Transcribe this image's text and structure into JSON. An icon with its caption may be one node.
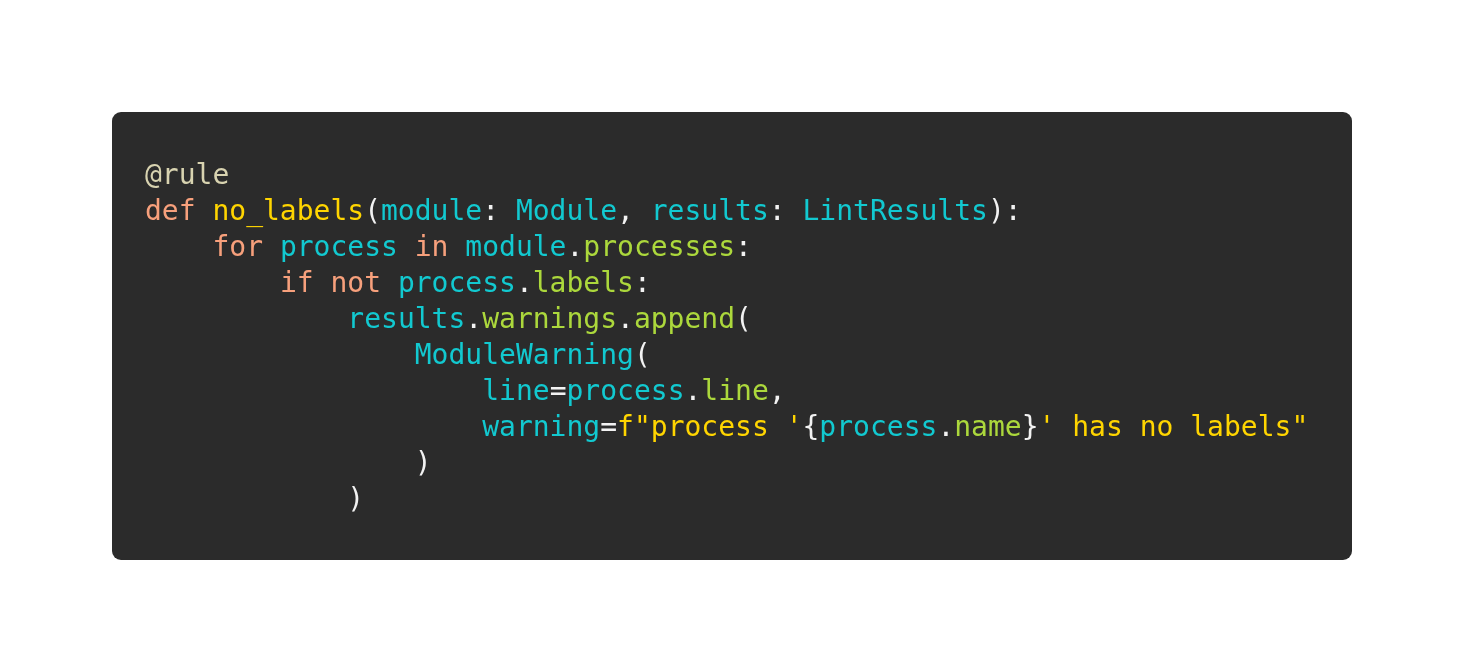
{
  "diagram": {
    "labels": [
      "@rule",
      "def no_labels(module: Module, results: LintResults):",
      "for process in module.processes:",
      "if not process.labels:",
      "results.warnings.append(",
      "ModuleWarning(",
      "line=process.line,",
      "warning=f\"process '{process.name}' has no labels\"",
      ")",
      ")"
    ]
  }
}
